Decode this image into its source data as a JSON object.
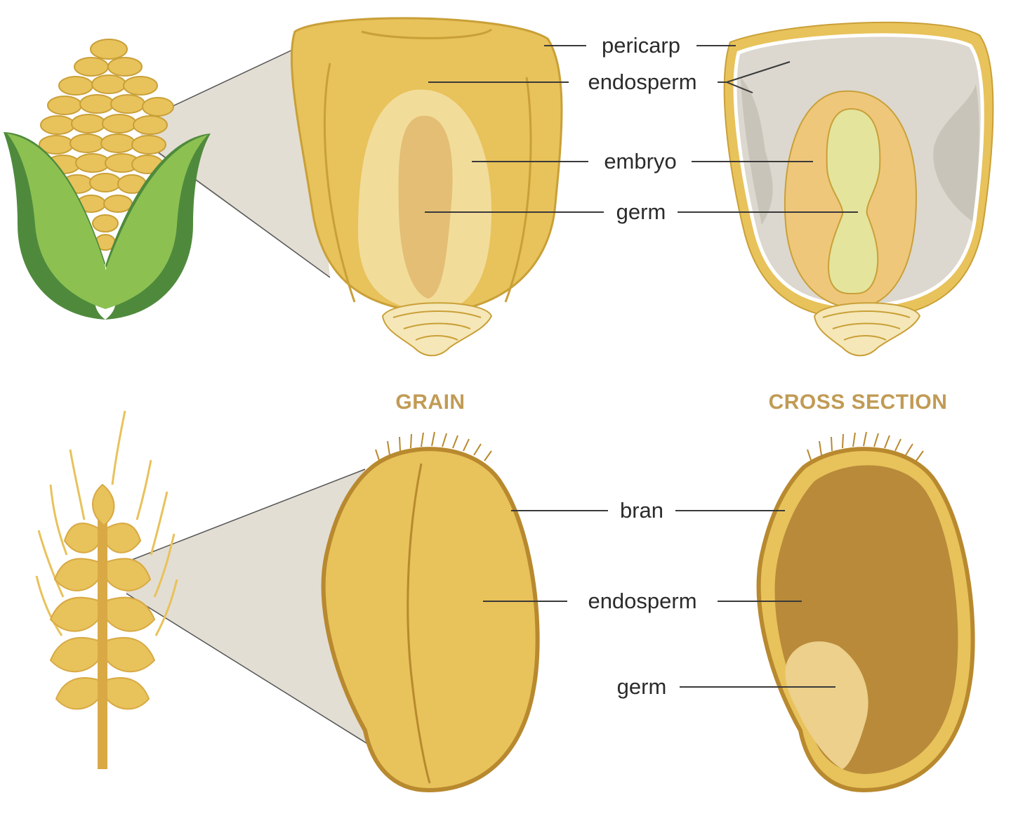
{
  "headings": {
    "grain": "GRAIN",
    "cross_section": "CROSS SECTION"
  },
  "corn": {
    "labels": {
      "pericarp": "pericarp",
      "endosperm": "endosperm",
      "embryo": "embryo",
      "germ": "germ"
    }
  },
  "wheat": {
    "labels": {
      "bran": "bran",
      "endosperm": "endosperm",
      "germ": "germ"
    }
  },
  "colors": {
    "corn_kernel": "#e8c25a",
    "corn_outline": "#c9a038",
    "corn_cross_bg": "#dcd8cf",
    "husk_dark": "#4f8a3c",
    "husk_light": "#8cc152",
    "embryo_inner": "#e4e49c",
    "wheat_grain": "#e8c25a",
    "wheat_outline": "#b8892f",
    "wheat_endosperm": "#b88a3a",
    "wheat_germ": "#ecd08b",
    "zoom_wedge": "#e3ded4",
    "heading": "#c19b55"
  }
}
